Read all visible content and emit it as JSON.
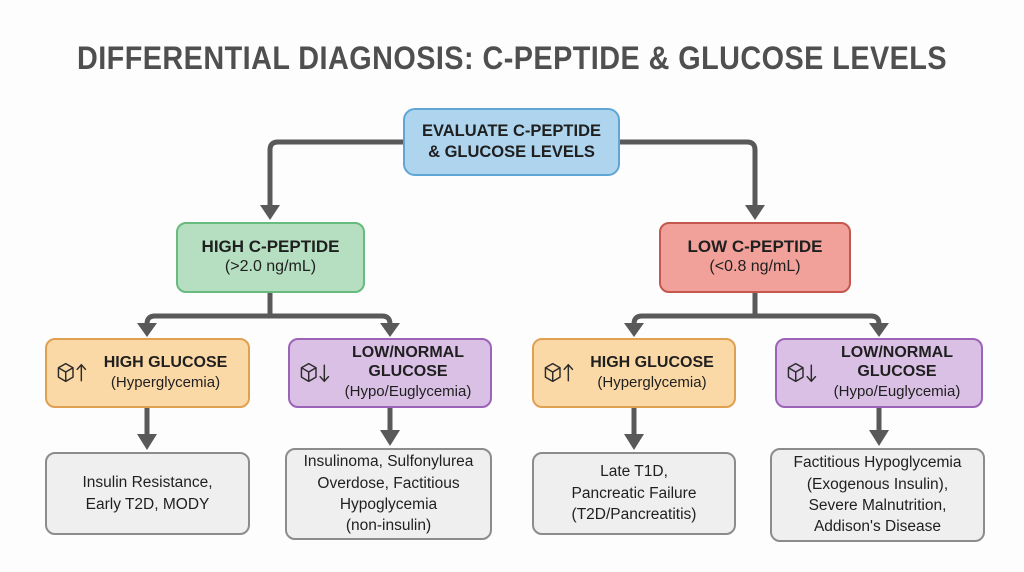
{
  "title": "DIFFERENTIAL DIAGNOSIS: C-PEPTIDE & GLUCOSE LEVELS",
  "nodes": {
    "root": {
      "label": "EVALUATE C-PEPTIDE\n& GLUCOSE LEVELS"
    },
    "high_cpeptide": {
      "title": "HIGH C-PEPTIDE",
      "subtitle": "(>2.0 ng/mL)"
    },
    "low_cpeptide": {
      "title": "LOW C-PEPTIDE",
      "subtitle": "(<0.8 ng/mL)"
    },
    "high_glucose": {
      "title": "HIGH GLUCOSE",
      "subtitle": "(Hyperglycemia)",
      "icon": "cube-arrow-up-icon"
    },
    "low_normal_glucose": {
      "title": "LOW/NORMAL\nGLUCOSE",
      "subtitle": "(Hypo/Euglycemia)",
      "icon": "cube-arrow-down-icon"
    },
    "outcome_high_high": {
      "label": "Insulin Resistance,\nEarly T2D, MODY"
    },
    "outcome_high_low": {
      "label": "Insulinoma, Sulfonylurea\nOverdose, Factitious\nHypoglycemia\n(non-insulin)"
    },
    "outcome_low_high": {
      "label": "Late T1D,\nPancreatic Failure\n(T2D/Pancreatitis)"
    },
    "outcome_low_low": {
      "label": "Factitious Hypoglycemia\n(Exogenous Insulin),\nSevere Malnutrition,\nAddison's Disease"
    }
  },
  "colors": {
    "background": "#fdfdfd",
    "title_text": "#4f4f4f",
    "connector": "#595959",
    "node_text": "#1f1f1f",
    "root_fill": "#aed4ee",
    "root_border": "#5fa6d6",
    "green_fill": "#b5dfc0",
    "green_border": "#67bb7e",
    "red_fill": "#f1a19a",
    "red_border": "#c4584f",
    "orange_fill": "#fbd9a6",
    "orange_border": "#dfa052",
    "purple_fill": "#d9c0e4",
    "purple_border": "#9c64b8",
    "gray_fill": "#efefef",
    "gray_border": "#8c8c8c"
  }
}
